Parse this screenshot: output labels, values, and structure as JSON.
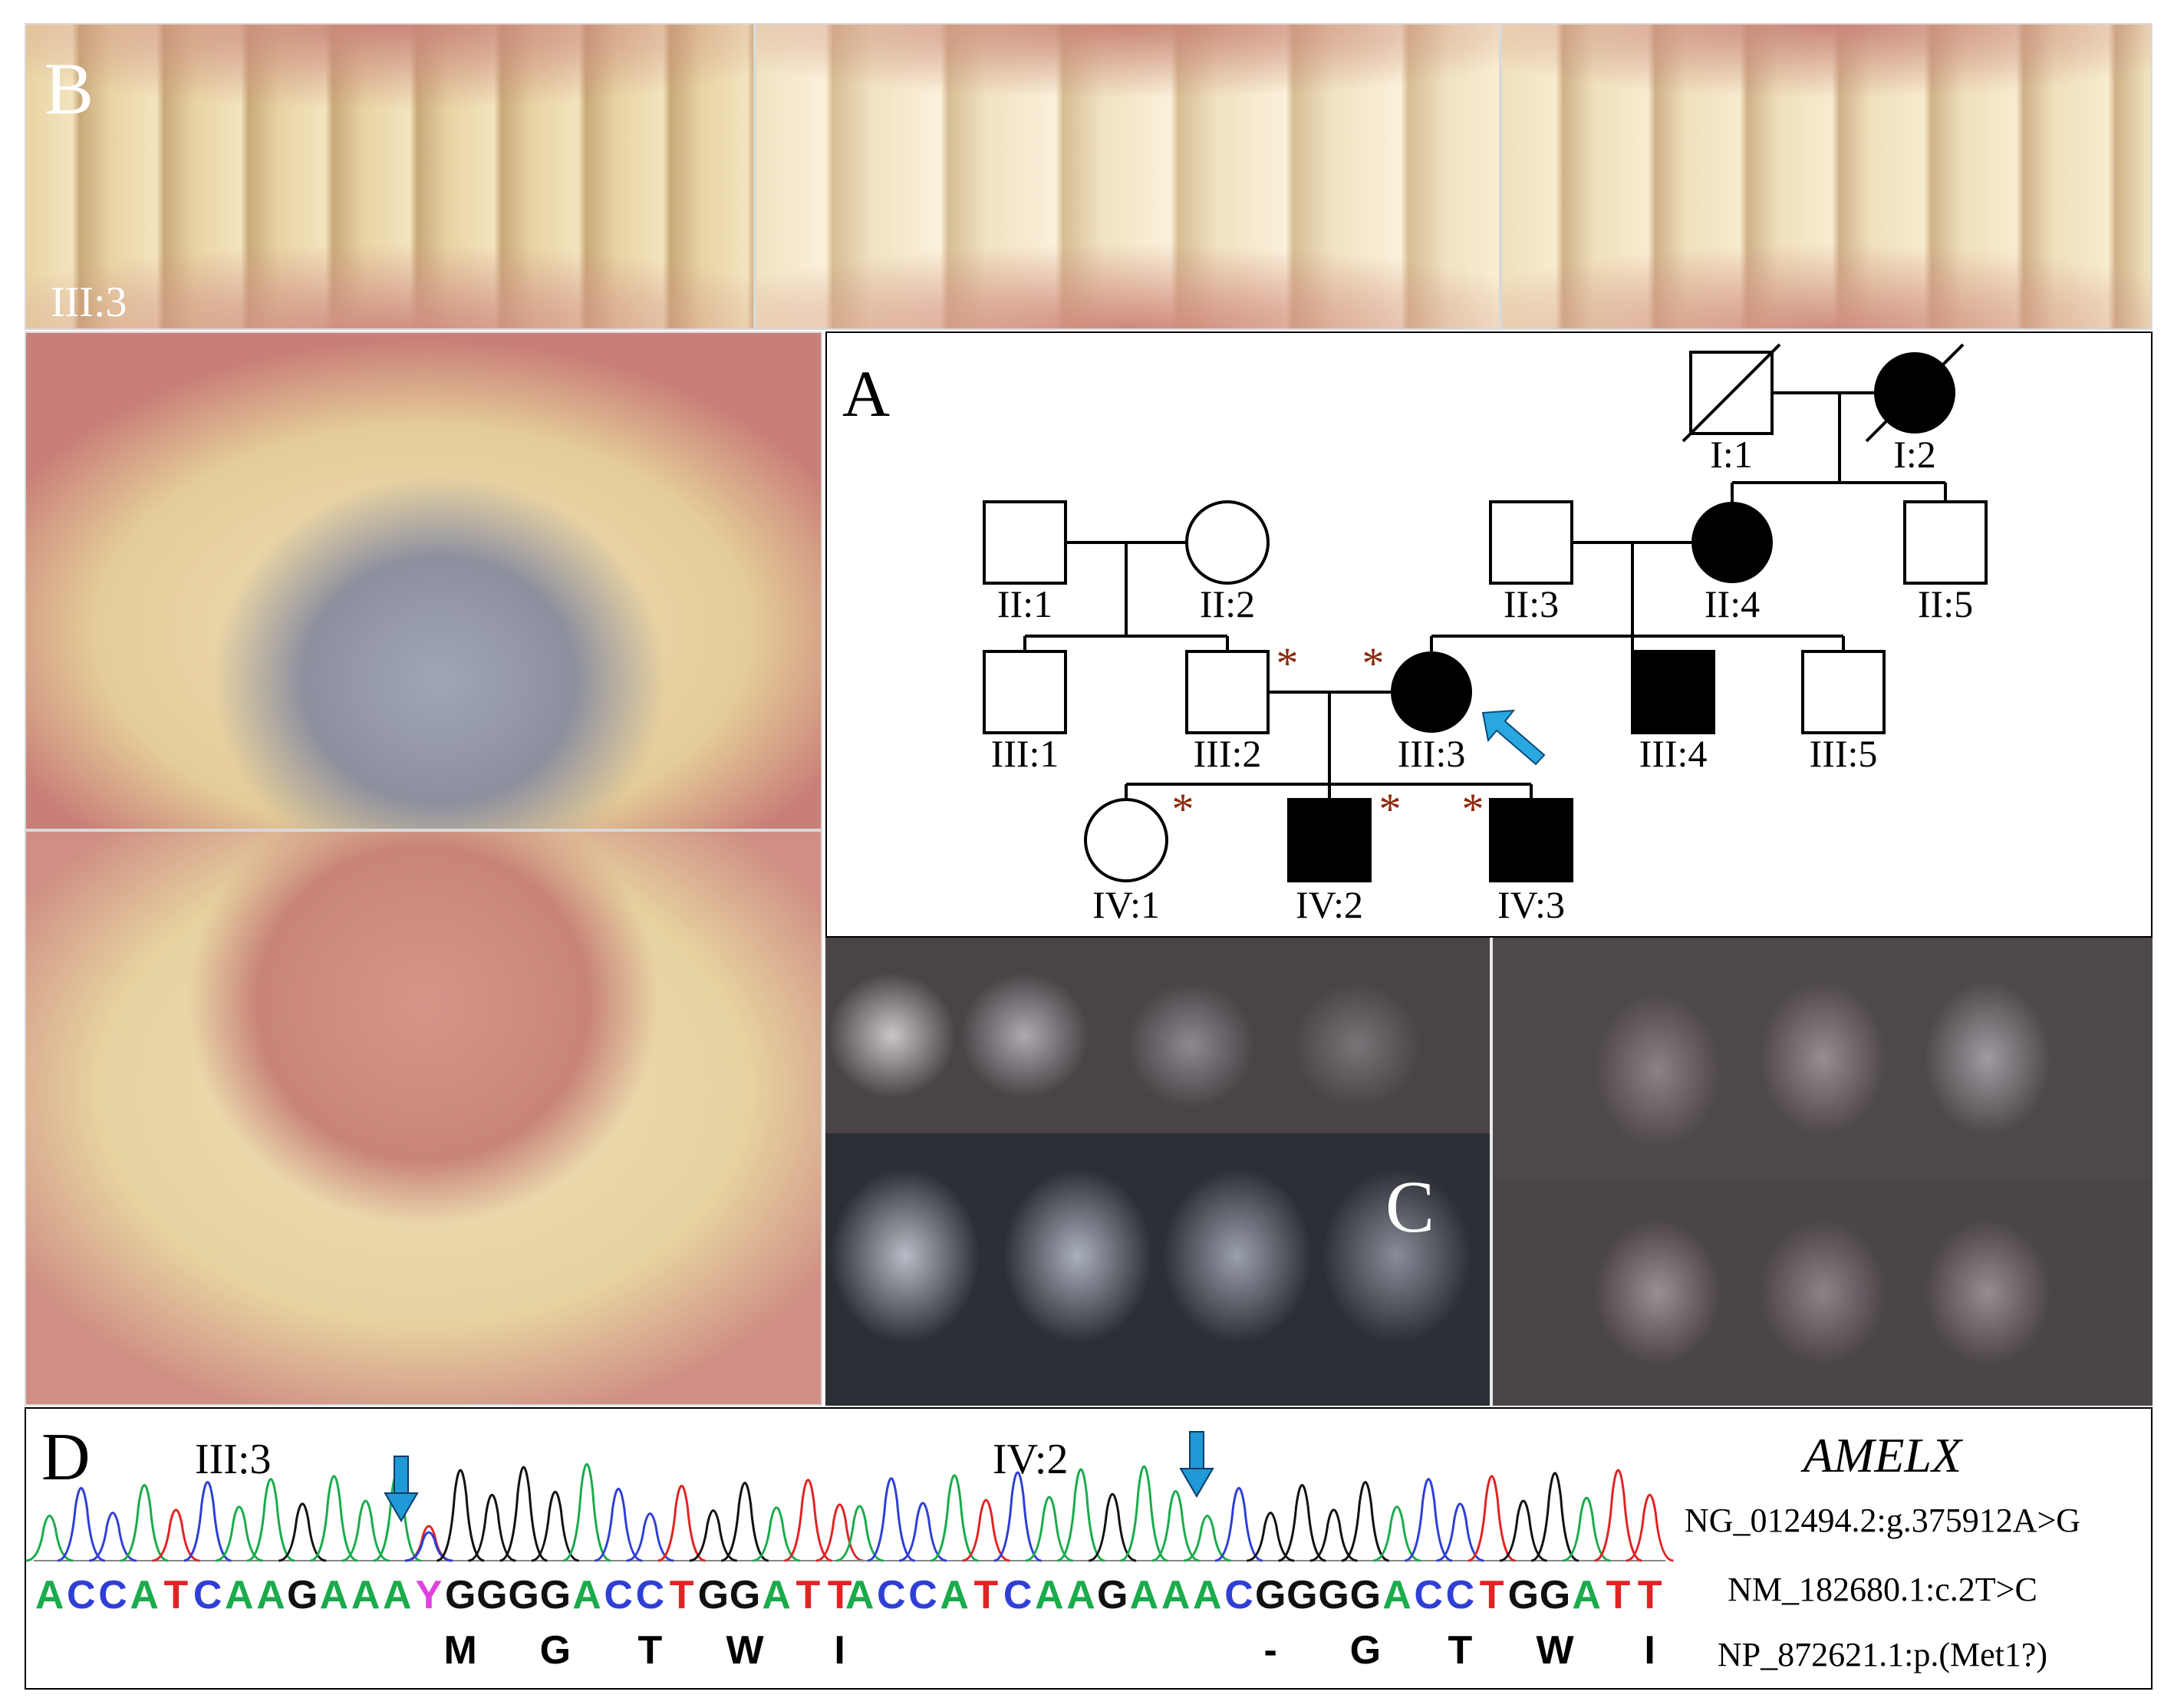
{
  "panel_b": {
    "letter": "B",
    "photo_label": "III:3",
    "photos": [
      "right-lateral-occlusion",
      "frontal-occlusion",
      "left-lateral-occlusion",
      "maxillary-occlusal",
      "mandibular-occlusal"
    ]
  },
  "panel_a": {
    "letter": "A",
    "individuals": {
      "I1": "I:1",
      "I2": "I:2",
      "II1": "II:1",
      "II2": "II:2",
      "II3": "II:3",
      "II4": "II:4",
      "II5": "II:5",
      "III1": "III:1",
      "III2": "III:2",
      "III3": "III:3",
      "III4": "III:4",
      "III5": "III:5",
      "IV1": "IV:1",
      "IV2": "IV:2",
      "IV3": "IV:3"
    },
    "affected": [
      "I:2",
      "II:4",
      "III:3",
      "III:4",
      "IV:2",
      "IV:3"
    ],
    "deceased": [
      "I:1",
      "I:2"
    ],
    "sequenced": [
      "III:2",
      "III:3",
      "IV:1",
      "IV:2",
      "IV:3"
    ],
    "proband": "III:3",
    "asterisk": "*",
    "colors": {
      "affected": "#000000",
      "asterisk": "#8b2a0e",
      "proband_arrow": "#29a8e0"
    }
  },
  "panel_c": {
    "letter": "C",
    "radiographs": [
      "bitewing-top-left",
      "bitewing-top-right",
      "bitewing-bottom-left",
      "bitewing-bottom-right"
    ]
  },
  "panel_d": {
    "letter": "D",
    "traces": [
      {
        "label": "III:3",
        "sequence": [
          "A",
          "C",
          "C",
          "A",
          "T",
          "C",
          "A",
          "A",
          "G",
          "A",
          "A",
          "A",
          "Y",
          "G",
          "G",
          "G",
          "G",
          "A",
          "C",
          "C",
          "T",
          "G",
          "G",
          "A",
          "T",
          "T"
        ],
        "amino_acids": [
          "M",
          "G",
          "T",
          "W",
          "I"
        ]
      },
      {
        "label": "IV:2",
        "sequence": [
          "A",
          "C",
          "C",
          "A",
          "T",
          "C",
          "A",
          "A",
          "G",
          "A",
          "A",
          "A",
          "C",
          "G",
          "G",
          "G",
          "G",
          "A",
          "C",
          "C",
          "T",
          "G",
          "G",
          "A",
          "T",
          "T"
        ],
        "amino_acids": [
          "-",
          "G",
          "T",
          "W",
          "I"
        ]
      }
    ],
    "gene": "AMELX",
    "variants": {
      "genomic": "NG_012494.2:g.375912A>G",
      "cdna": "NM_182680.1:c.2T>C",
      "protein": "NP_872621.1:p.(Met1?)"
    },
    "base_colors": {
      "A": "#1aab4b",
      "C": "#2f3fd6",
      "G": "#111111",
      "T": "#e02424",
      "Y": "#e040e0"
    },
    "arrow_color": "#1f9ad6"
  }
}
